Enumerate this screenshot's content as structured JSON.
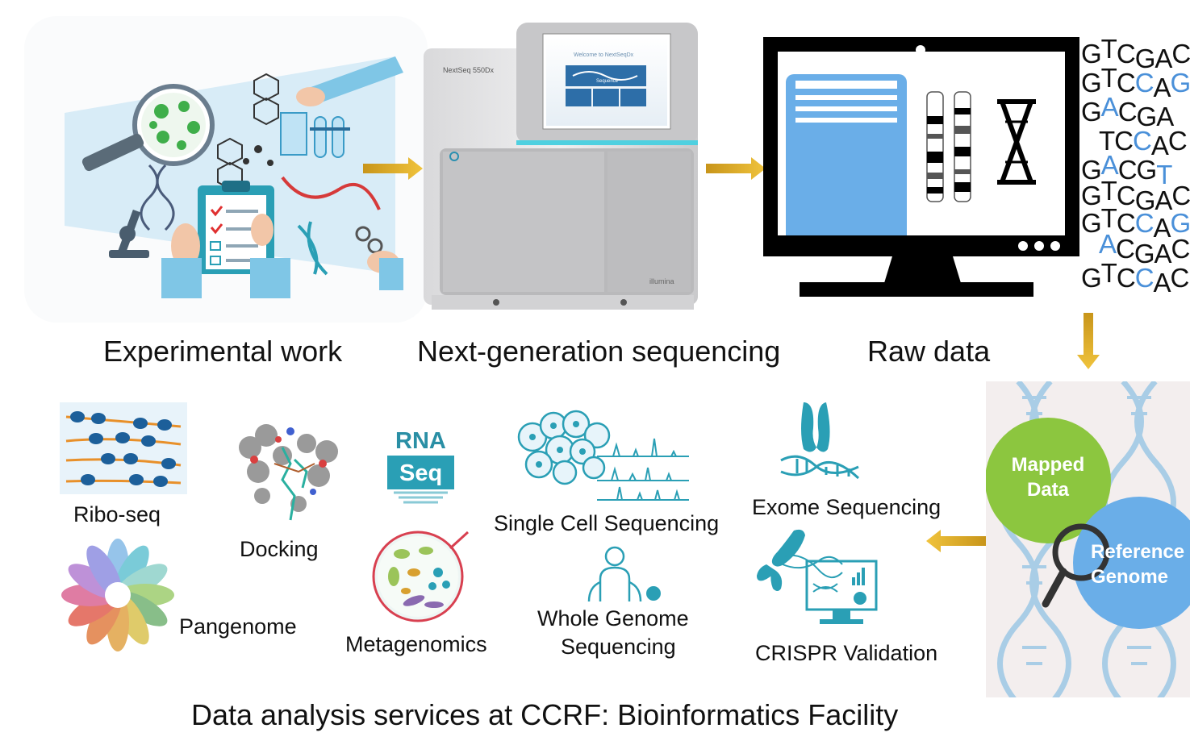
{
  "stages": {
    "experimental": "Experimental work",
    "ngs": "Next-generation sequencing",
    "raw": "Raw data"
  },
  "sequencer": {
    "model": "NextSeq 550Dx",
    "screen_title": "Welcome to NextSeqDx",
    "screen_button": "Sequence",
    "brand": "illumina"
  },
  "sequence_lines": [
    [
      "G",
      "T",
      "C",
      "G",
      "A",
      "C"
    ],
    [
      "G",
      "T",
      "C",
      "C",
      "A",
      "G"
    ],
    [
      "G",
      "A",
      "C",
      "G",
      "A"
    ],
    [
      "T",
      "C",
      "C",
      "A",
      "C"
    ],
    [
      "G",
      "A",
      "C",
      "G",
      "T"
    ],
    [
      "G",
      "T",
      "C",
      "G",
      "A",
      "C"
    ],
    [
      "G",
      "T",
      "C",
      "C",
      "A",
      "G"
    ],
    [
      "A",
      "C",
      "G",
      "A",
      "C"
    ],
    [
      "G",
      "T",
      "C",
      "C",
      "A",
      "C"
    ]
  ],
  "mapping": {
    "mapped": "Mapped\nData",
    "reference": "Reference\nGenome"
  },
  "services": {
    "ribo": "Ribo-seq",
    "docking": "Docking",
    "rna_top": "RNA",
    "rna_bottom": "Seq",
    "single_cell": "Single Cell Sequencing",
    "exome": "Exome Sequencing",
    "pangenome": "Pangenome",
    "metagenomics": "Metagenomics",
    "wgs_line1": "Whole Genome",
    "wgs_line2": "Sequencing",
    "crispr": "CRISPR Validation"
  },
  "footer": "Data analysis services at CCRF: Bioinformatics Facility",
  "colors": {
    "arrow_gold": "#d4a017",
    "seq_blue": "#4a90d9",
    "mapped_green": "#8cc63f",
    "reference_blue": "#6aaee8",
    "teal": "#2a9fb5"
  }
}
